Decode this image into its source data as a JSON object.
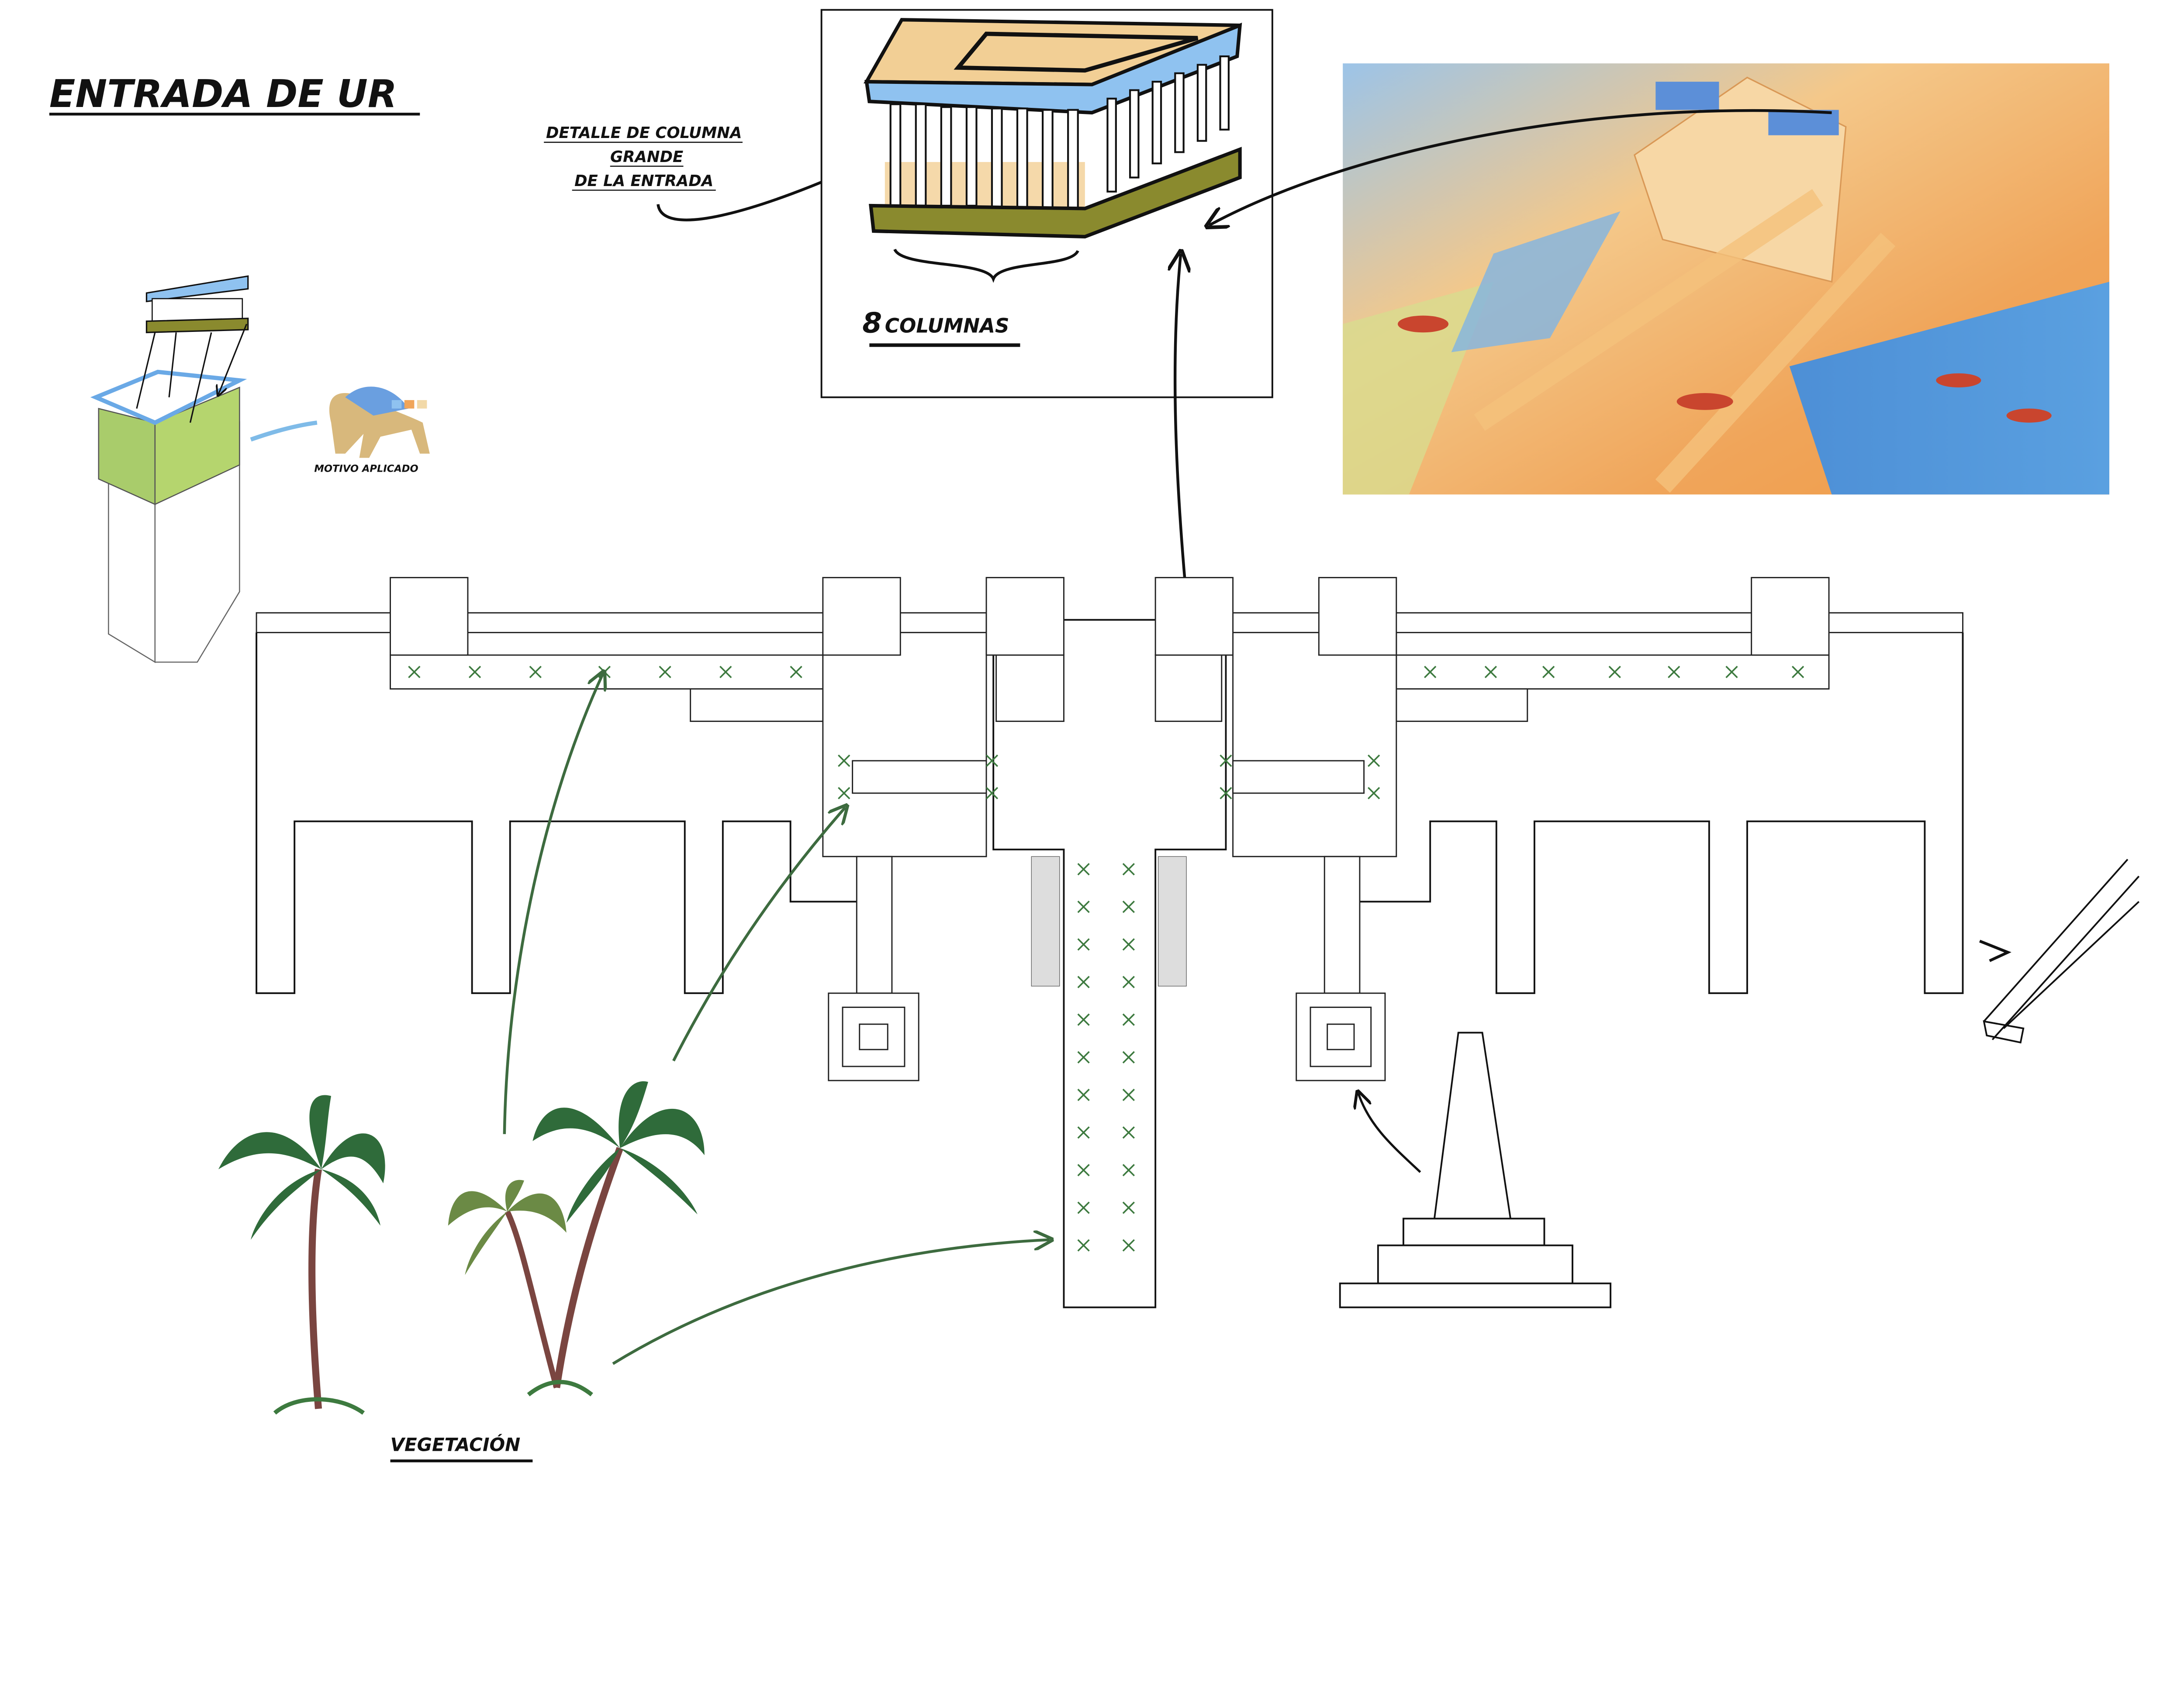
{
  "title": "ENTRADA DE UR",
  "column_detail": {
    "label_lines": [
      "DETALLE DE COLUMNA",
      "GRANDE",
      "DE LA ENTRADA"
    ],
    "count_number": "8",
    "count_label": "COLUMNAS"
  },
  "motif": {
    "label": "MOTIVO APLICADO"
  },
  "vegetation": {
    "label": "VEGETACIÓN"
  },
  "colors": {
    "slab_blue": "#8fc2f0",
    "slab_orange": "#f2cf95",
    "base_olive": "#8a8a2e",
    "vegetation_green": "#3d6b3f",
    "palm_trunk": "#7a4540"
  }
}
